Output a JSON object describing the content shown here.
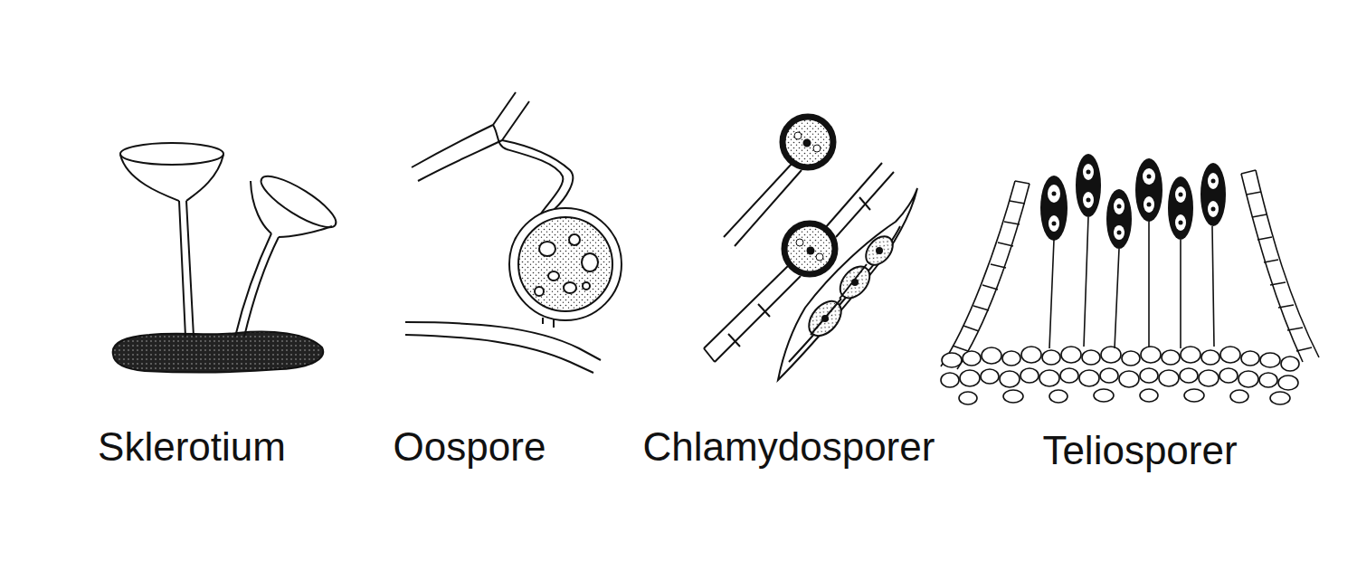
{
  "diagram": {
    "labels": [
      "Sklerotium",
      "Oospore",
      "Chlamydosporer",
      "Teliosporer"
    ]
  }
}
